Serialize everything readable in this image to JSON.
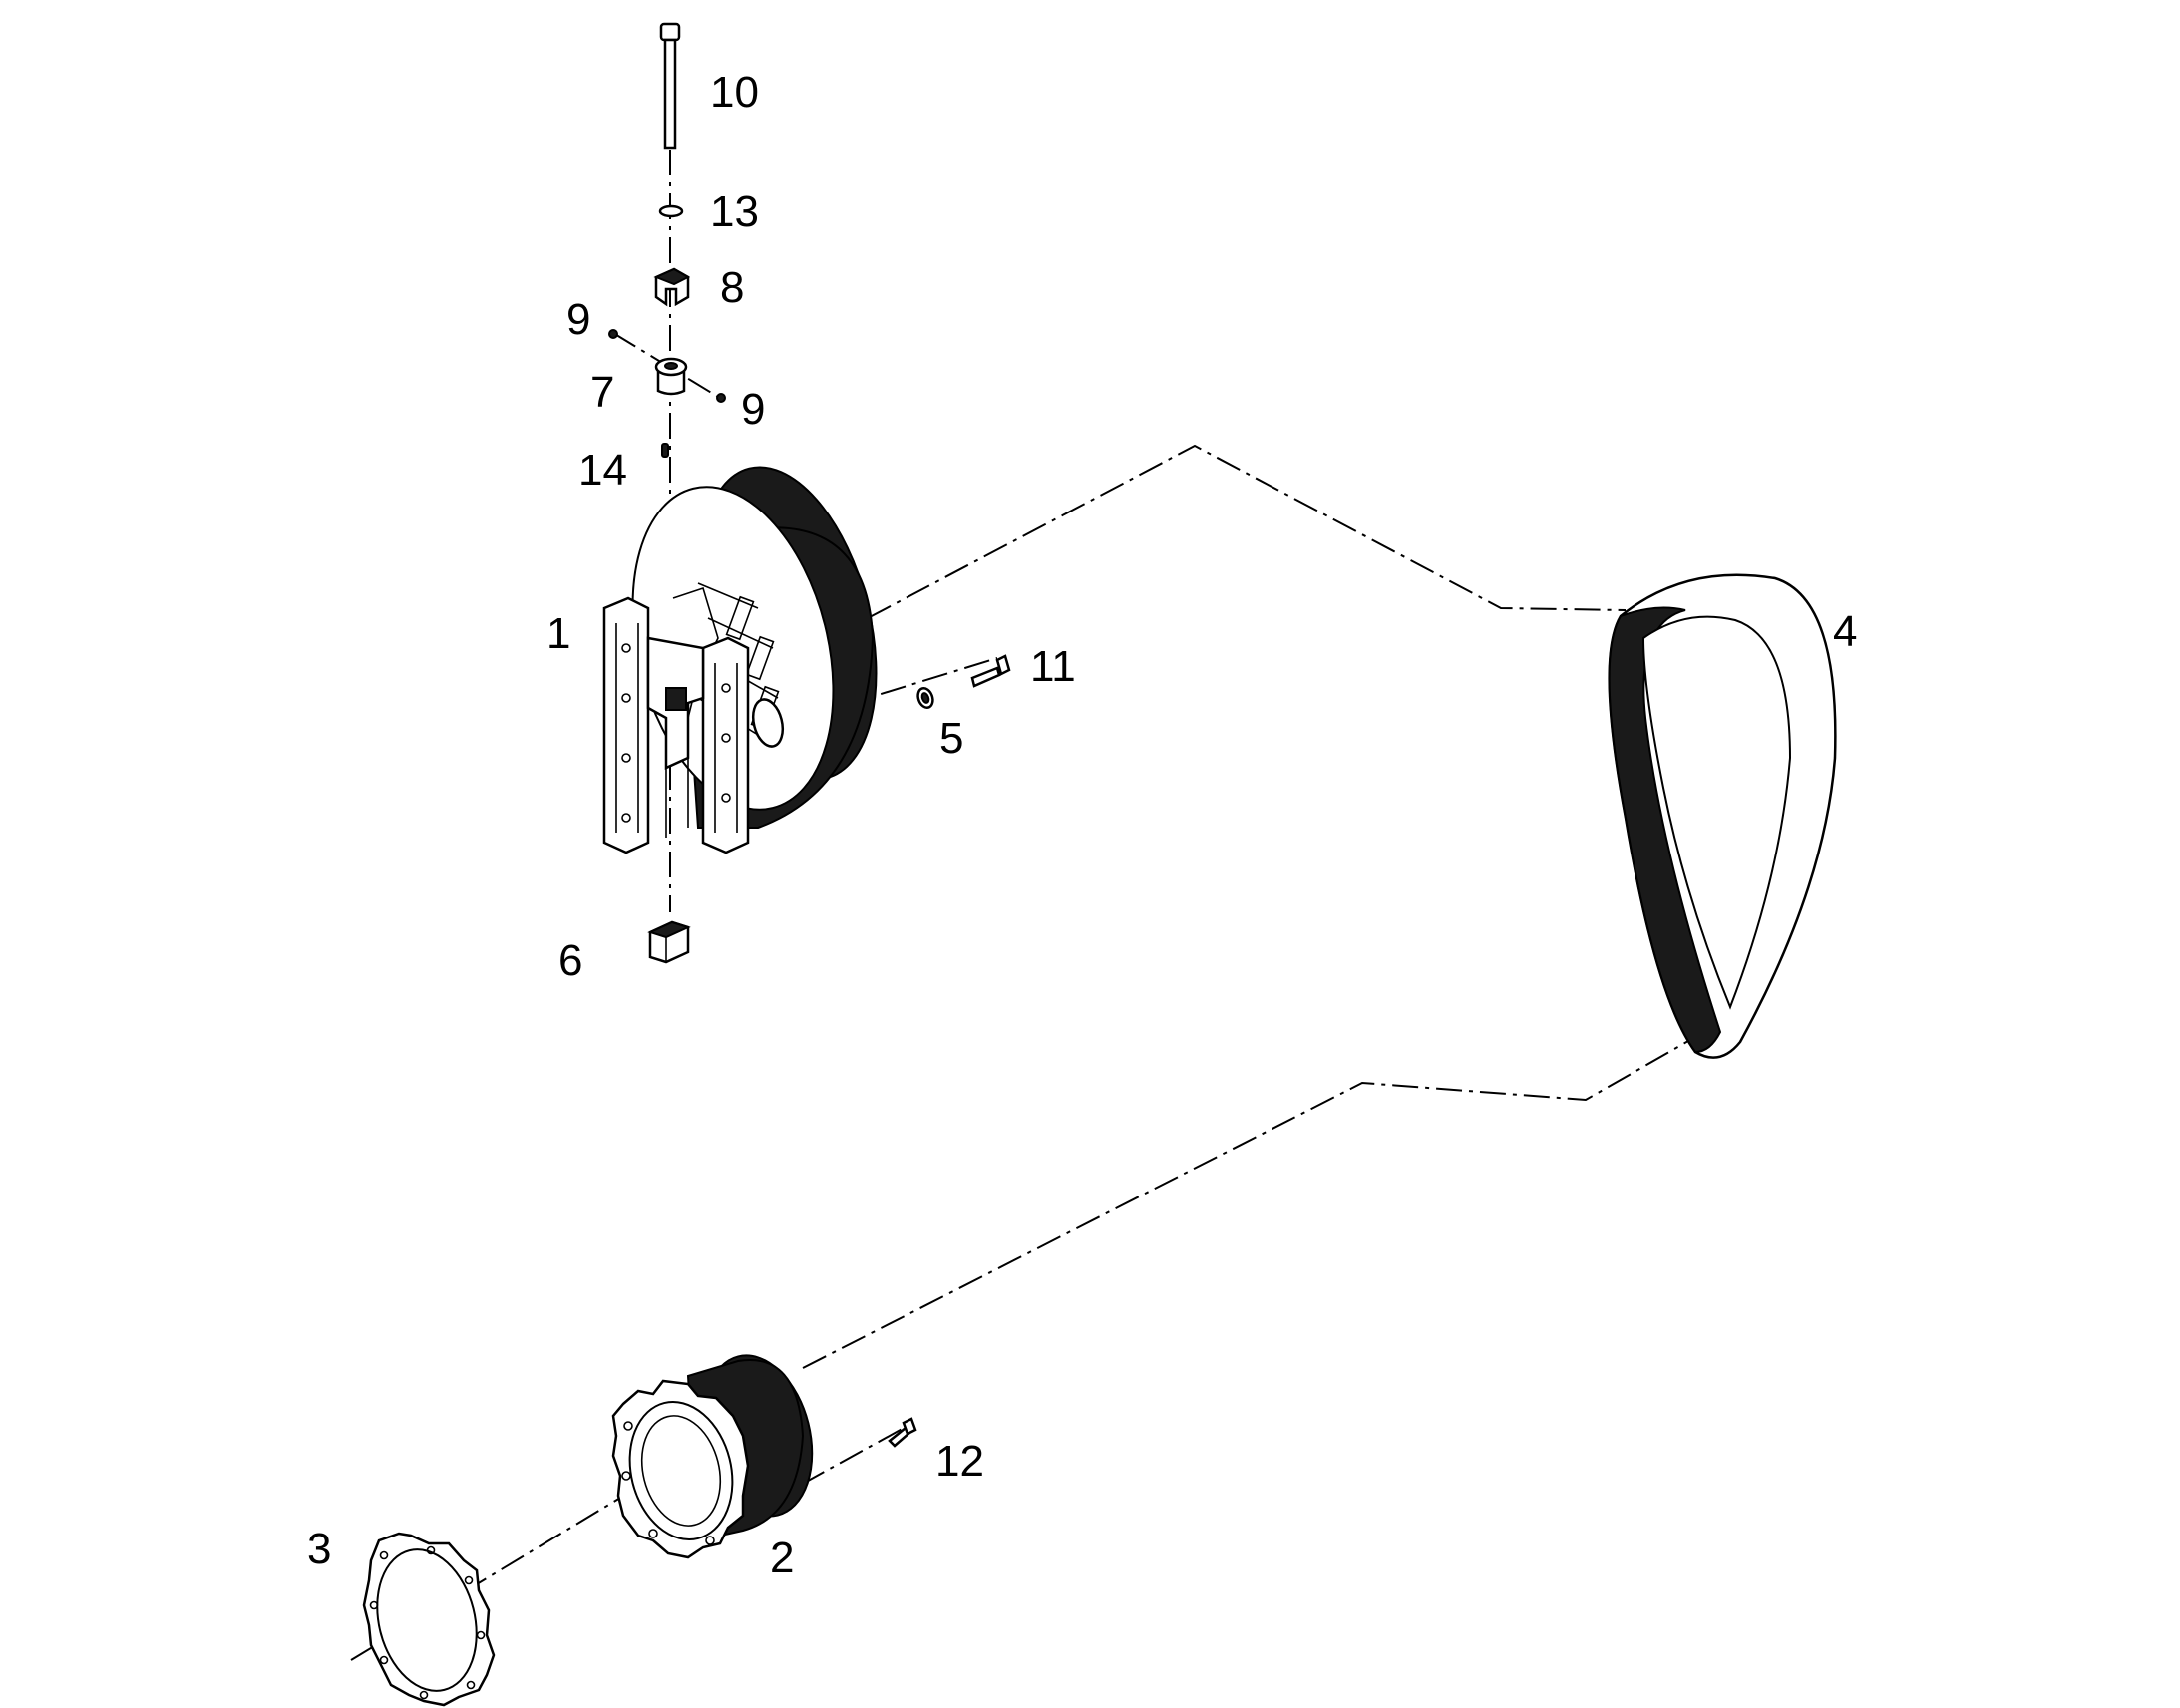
{
  "diagram": {
    "labels": {
      "p1": "1",
      "p2": "2",
      "p3": "3",
      "p4": "4",
      "p5": "5",
      "p6": "6",
      "p7": "7",
      "p8": "8",
      "p9a": "9",
      "p9b": "9",
      "p10": "10",
      "p11": "11",
      "p12": "12",
      "p13": "13",
      "p14": "14"
    },
    "colors": {
      "ink": "#000000",
      "background": "#ffffff"
    }
  }
}
